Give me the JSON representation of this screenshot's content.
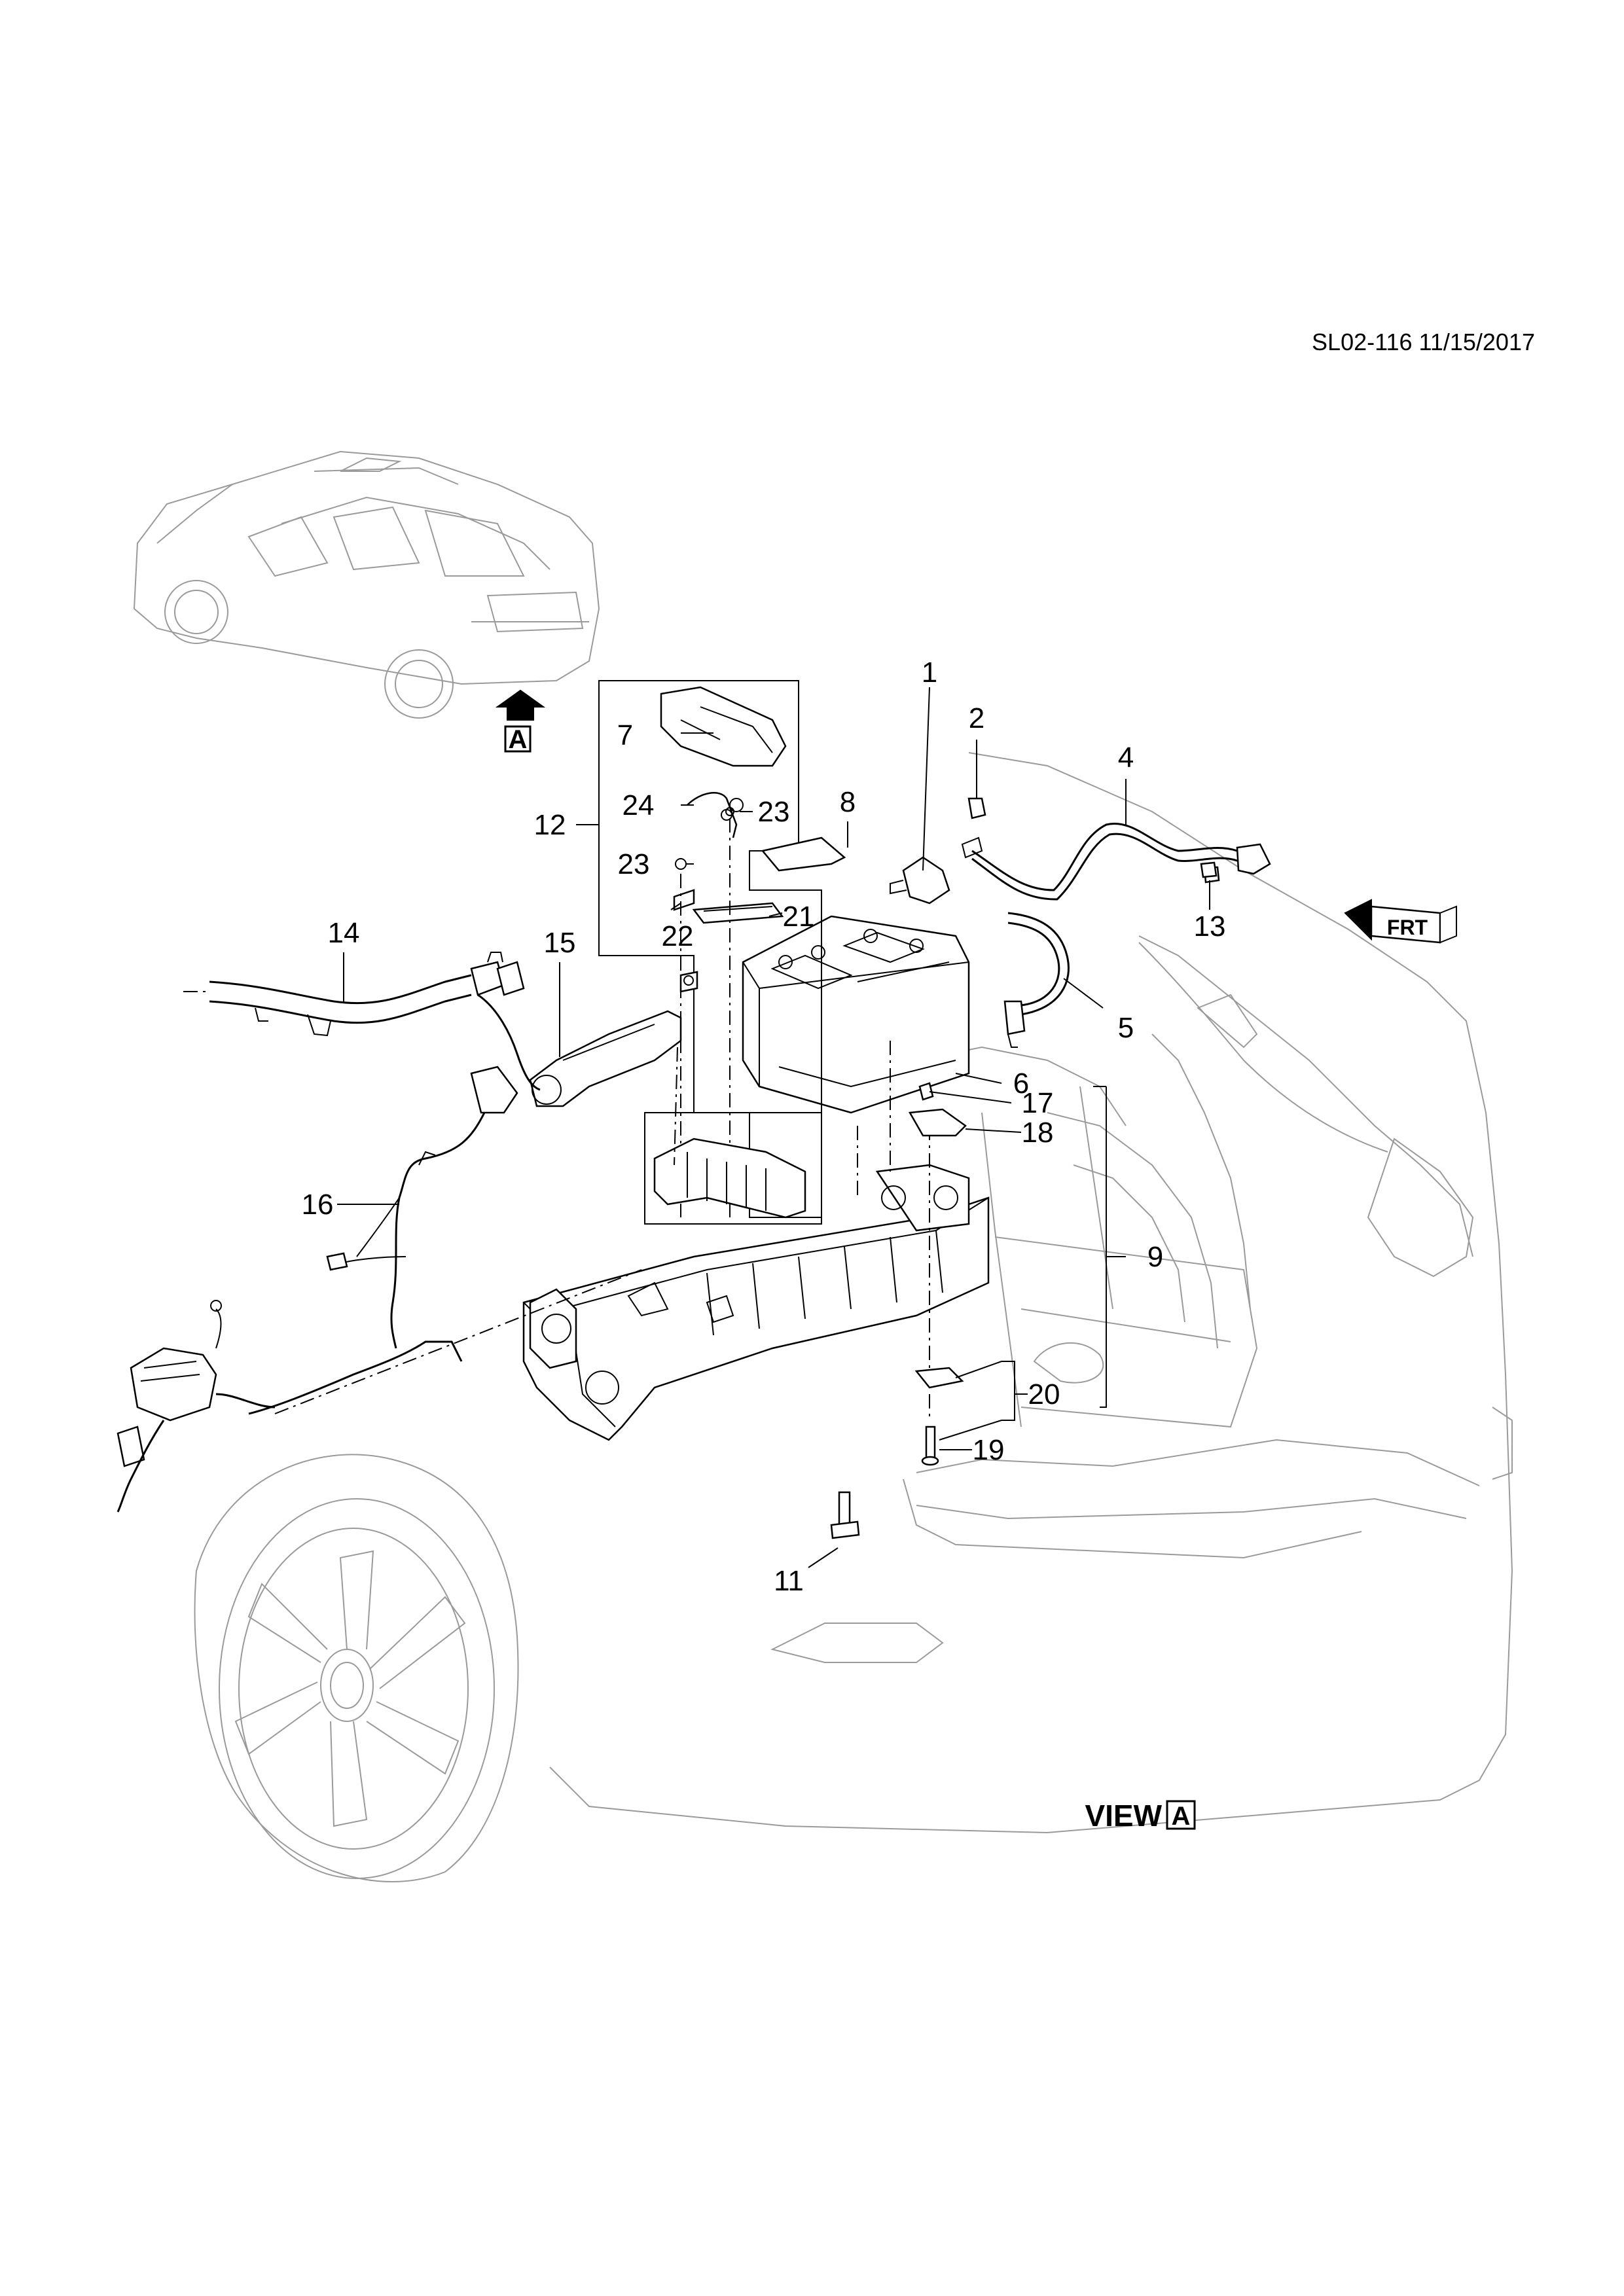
{
  "header": {
    "code": "SL02-116 11/15/2017"
  },
  "view": {
    "label": "VIEW",
    "marker": "A"
  },
  "arrow_marker": "A",
  "front_marker": "FRT",
  "callouts": {
    "c1": "1",
    "c2": "2",
    "c4": "4",
    "c5": "5",
    "c6": "6",
    "c7": "7",
    "c8": "8",
    "c9": "9",
    "c11": "11",
    "c12": "12",
    "c13": "13",
    "c14": "14",
    "c15": "15",
    "c16": "16",
    "c17": "17",
    "c18": "18",
    "c19": "19",
    "c20": "20",
    "c21": "21",
    "c22": "22",
    "c23a": "23",
    "c23b": "23",
    "c24": "24"
  },
  "icons": {
    "view-arrow": "up-arrow-icon",
    "front-direction": "front-direction-icon"
  }
}
